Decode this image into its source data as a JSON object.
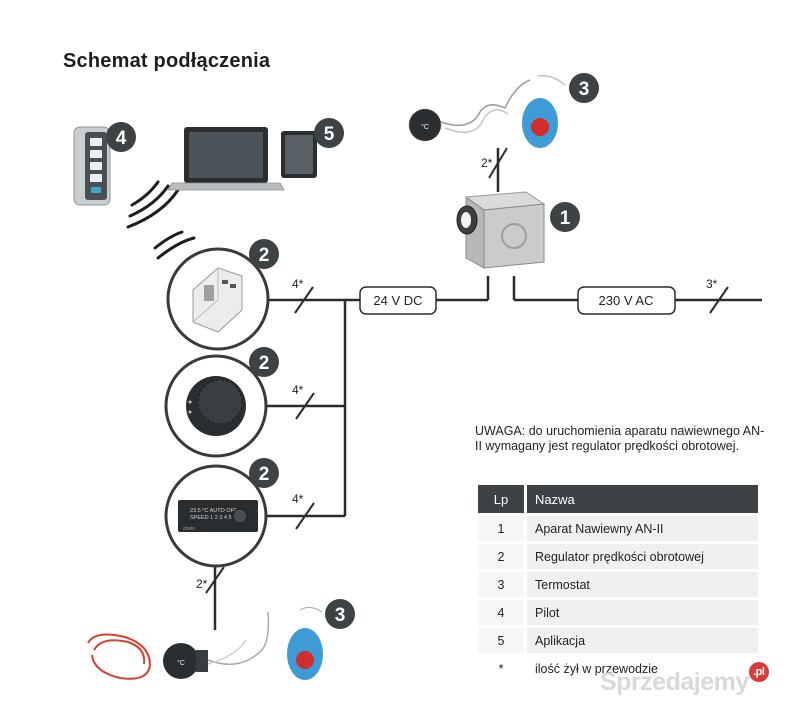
{
  "title": "Schemat podłączenia",
  "labels": {
    "dc": "24 V DC",
    "ac": "230 V AC",
    "wire_2": "2*",
    "wire_3": "3*",
    "wire_4": "4*"
  },
  "badges": {
    "fan": "1",
    "regulator": "2",
    "thermostat": "3",
    "remote": "4",
    "app": "5"
  },
  "device_text": {
    "panel_lines": [
      "23.5 °C  AUTO  OFF",
      "SPEED 1 2 3 4 5"
    ],
    "panel_brand": "dovio",
    "knob_label": "°C"
  },
  "note": "UWAGA: do uruchomienia aparatu nawiewnego AN-II wymagany jest regulator prędkości obrotowej.",
  "legend": {
    "header": {
      "lp": "Lp",
      "name": "Nazwa"
    },
    "rows": [
      {
        "lp": "1",
        "name": "Aparat Nawiewny AN-II"
      },
      {
        "lp": "2",
        "name": "Regulator prędkości obrotowej"
      },
      {
        "lp": "3",
        "name": "Termostat"
      },
      {
        "lp": "4",
        "name": "Pilot"
      },
      {
        "lp": "5",
        "name": "Aplikacja"
      },
      {
        "lp": "*",
        "name": "ilość żył w przewodzie"
      }
    ]
  },
  "watermark": {
    "text": "Sprzedajemy",
    "suffix": ".pl"
  }
}
